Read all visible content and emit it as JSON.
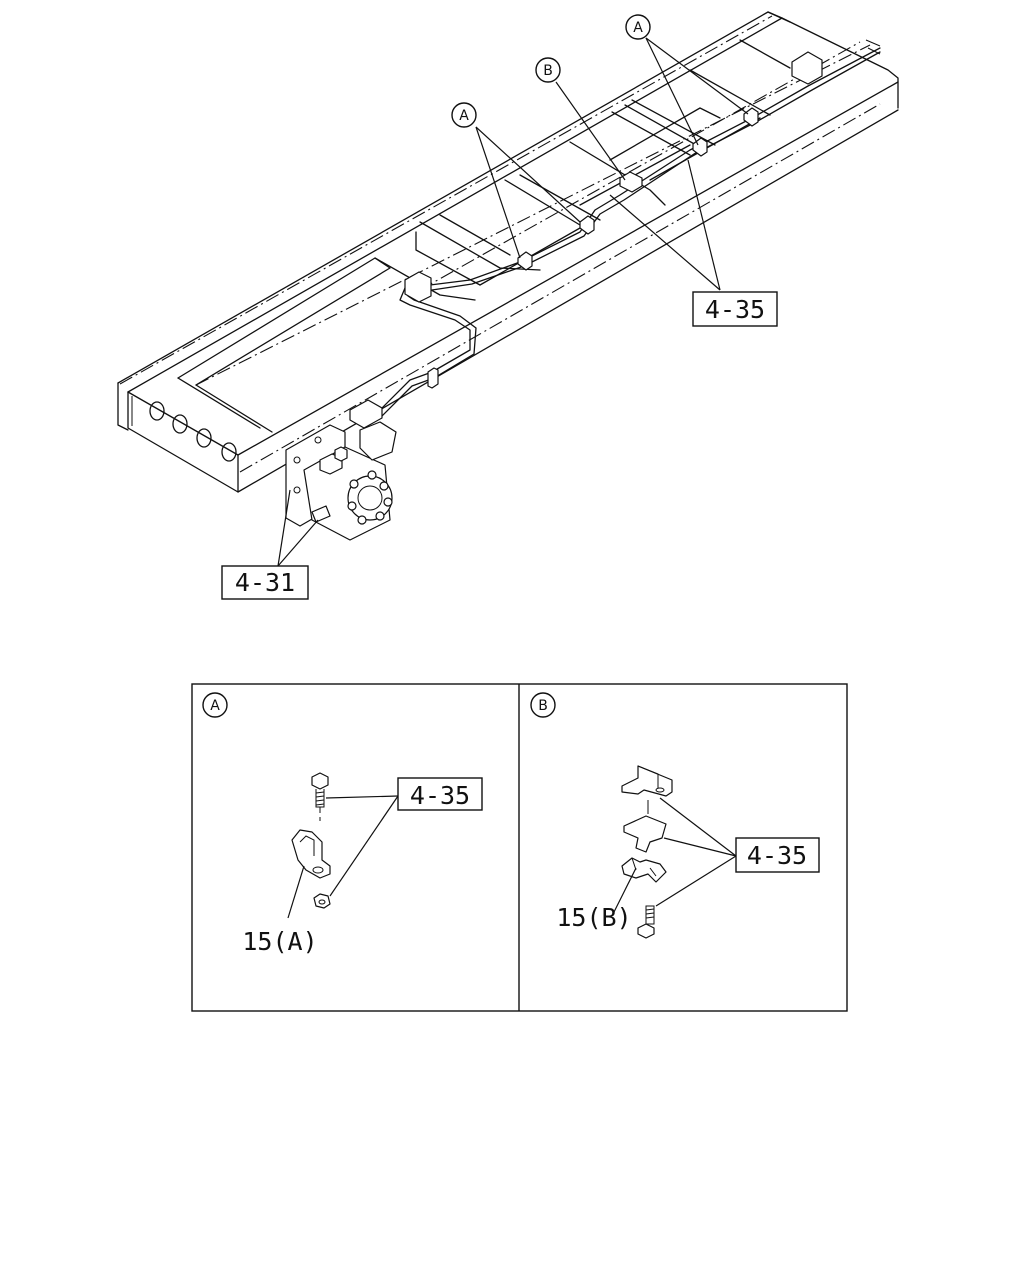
{
  "callouts": {
    "detail_a": "A",
    "detail_b": "B",
    "ref_4_35": "4-35",
    "ref_4_31": "4-31",
    "part_15a": "15(A)",
    "part_15b": "15(B)"
  },
  "panels": {
    "left_title": "A",
    "right_title": "B"
  }
}
